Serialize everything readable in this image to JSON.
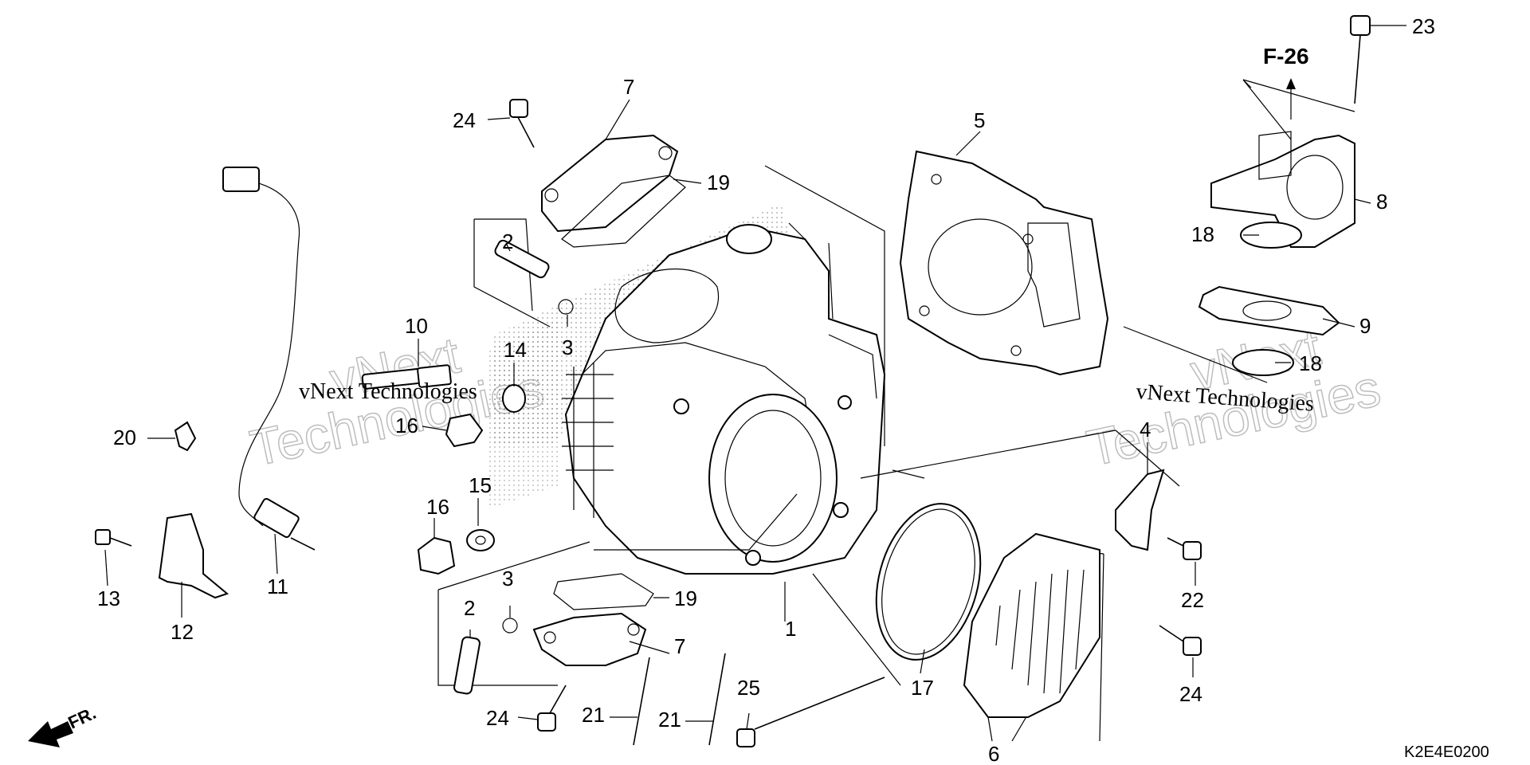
{
  "diagram": {
    "reference_label": "F-26",
    "diagram_code": "K2E4E0200",
    "direction_label": "FR.",
    "watermarks": [
      {
        "text": "vNext Technologies"
      },
      {
        "text": "vNext Technologies"
      },
      {
        "text": "vNext"
      },
      {
        "text": "Technologies"
      },
      {
        "text": "vNext"
      },
      {
        "text": "Technologies"
      }
    ],
    "callouts": [
      {
        "label": "1"
      },
      {
        "label": "2"
      },
      {
        "label": "2"
      },
      {
        "label": "3"
      },
      {
        "label": "3"
      },
      {
        "label": "4"
      },
      {
        "label": "5"
      },
      {
        "label": "6"
      },
      {
        "label": "7"
      },
      {
        "label": "7"
      },
      {
        "label": "8"
      },
      {
        "label": "9"
      },
      {
        "label": "10"
      },
      {
        "label": "11"
      },
      {
        "label": "12"
      },
      {
        "label": "13"
      },
      {
        "label": "14"
      },
      {
        "label": "15"
      },
      {
        "label": "16"
      },
      {
        "label": "16"
      },
      {
        "label": "17"
      },
      {
        "label": "18"
      },
      {
        "label": "18"
      },
      {
        "label": "19"
      },
      {
        "label": "19"
      },
      {
        "label": "20"
      },
      {
        "label": "21"
      },
      {
        "label": "21"
      },
      {
        "label": "22"
      },
      {
        "label": "23"
      },
      {
        "label": "24"
      },
      {
        "label": "24"
      },
      {
        "label": "24"
      },
      {
        "label": "25"
      }
    ]
  }
}
